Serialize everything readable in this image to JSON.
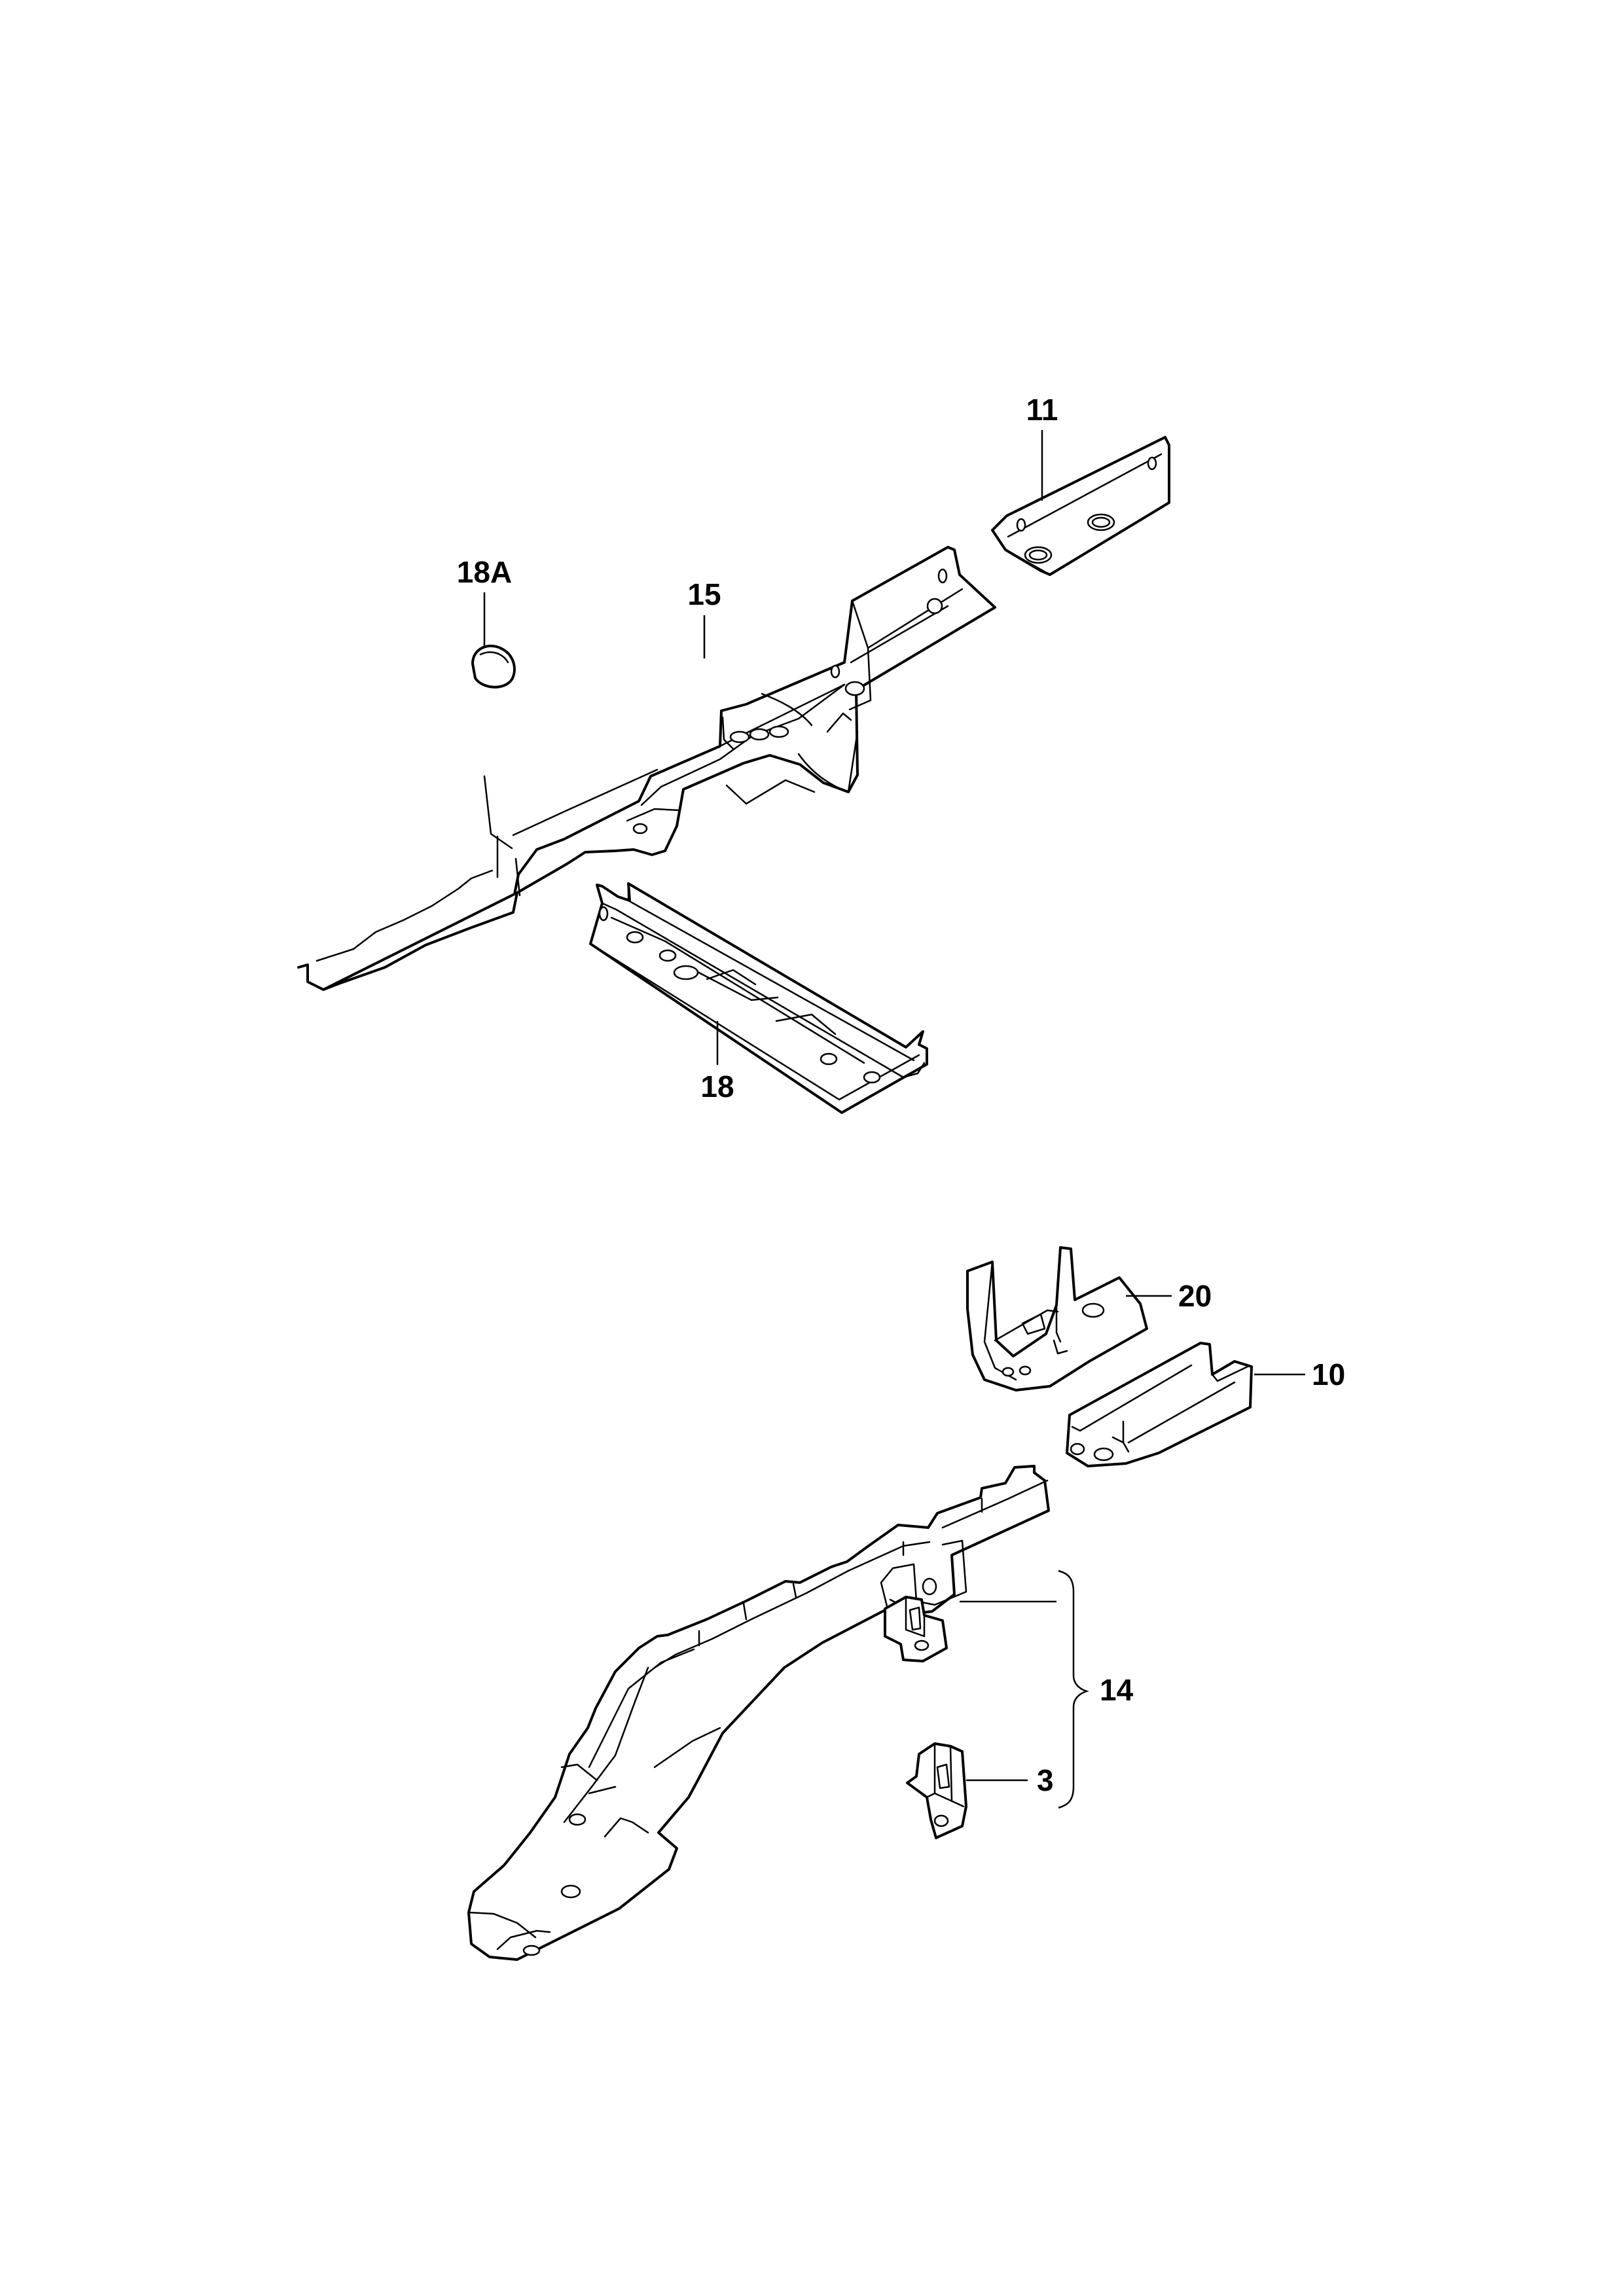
{
  "callouts": {
    "c11": "11",
    "c18a": "18A",
    "c15": "15",
    "c18": "18",
    "c20": "20",
    "c10": "10",
    "c14": "14",
    "c3": "3"
  }
}
